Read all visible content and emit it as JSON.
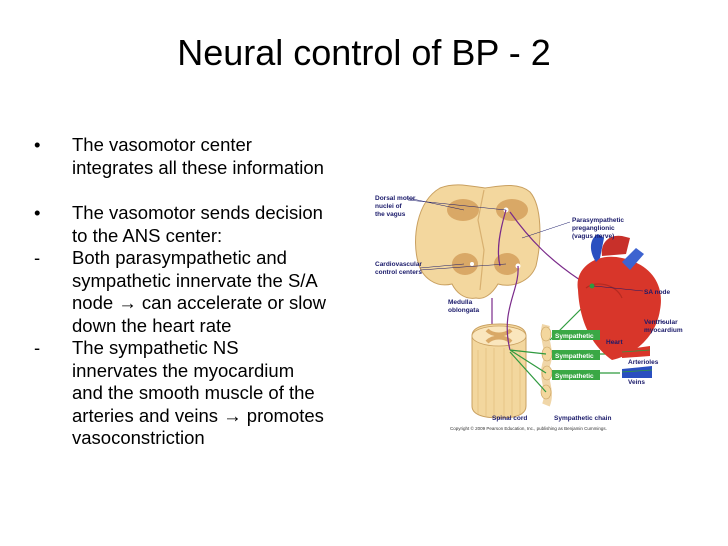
{
  "slide": {
    "title": "Neural control of BP - 2",
    "bullets": [
      {
        "marker": "•",
        "lines": [
          "The vasomotor center",
          "integrates all these information"
        ]
      },
      {
        "marker": "•",
        "lines": [
          "The vasomotor sends decision",
          "to the ANS center:"
        ]
      },
      {
        "marker": "-",
        "lines": [
          "Both parasympathetic and",
          "sympathetic innervate the S/A",
          "node ",
          " can accelerate or slow",
          "down the heart rate"
        ]
      },
      {
        "marker": "-",
        "lines": [
          "The sympathetic NS",
          "innervates the myocardium",
          "and the smooth muscle of the",
          "arteries and veins ",
          " promotes",
          "vasoconstriction"
        ]
      }
    ],
    "arrow_glyph": "→"
  },
  "figure": {
    "labels": {
      "dorsal_motor": [
        "Dorsal motor",
        "nuclei of",
        "the vagus"
      ],
      "cardiovascular": [
        "Cardiovascular",
        "control centers"
      ],
      "medulla": [
        "Medulla",
        "oblongata"
      ],
      "parasympathetic": [
        "Parasympathetic",
        "preganglionic",
        "(vagus nerve)"
      ],
      "sa_node": "SA node",
      "ventricular": [
        "Ventricular",
        "myocardium"
      ],
      "heart": "Heart",
      "arterioles": "Arterioles",
      "veins": "Veins",
      "sympathetic_1": "Sympathetic",
      "sympathetic_2": "Sympathetic",
      "sympathetic_3": "Sympathetic",
      "spinal_cord": "Spinal cord",
      "sympathetic_chain": "Sympathetic chain",
      "copyright": "Copyright © 2009 Pearson Education, Inc., publishing as Benjamin Cummings."
    },
    "colors": {
      "tissue": "#f3d79e",
      "tissue_dark": "#e0b970",
      "nuclei": "#d9a866",
      "nerve_purple": "#7a2a8a",
      "nerve_green": "#2f9a3f",
      "heart_red": "#d8362a",
      "vessel_blue": "#2a4fc0",
      "label_box": "#3aa845"
    }
  }
}
